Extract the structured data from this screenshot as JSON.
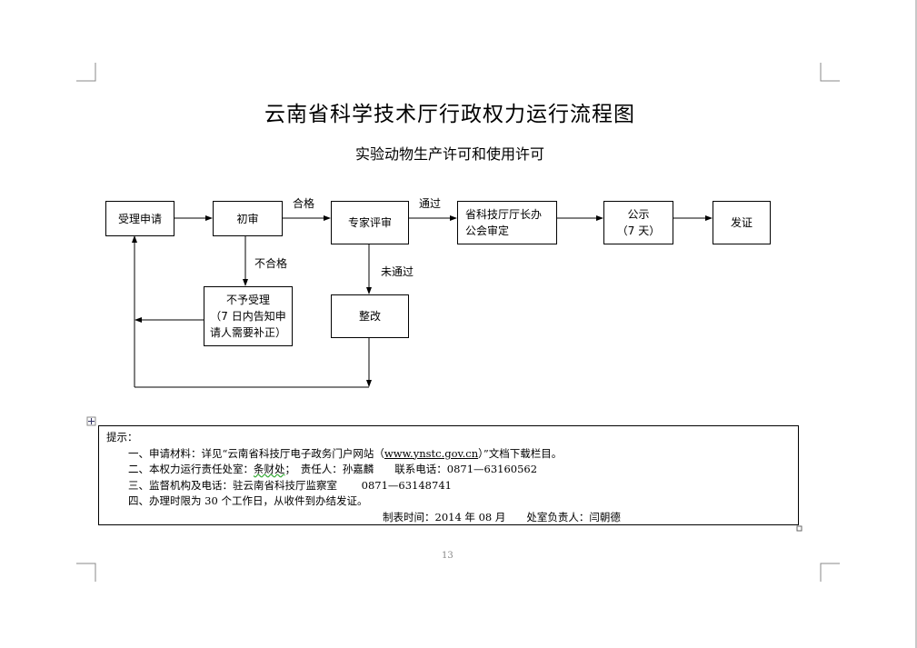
{
  "title": "云南省科学技术厅行政权力运行流程图",
  "subtitle": "实验动物生产许可和使用许可",
  "flow": {
    "accept": "受理申请",
    "initial": "初审",
    "expert": "专家评审",
    "meeting_l1": "省科技厅厅长办",
    "meeting_l2": "公会审定",
    "publicize_l1": "公示",
    "publicize_l2": "（7 天）",
    "issue": "发证",
    "reject_l1": "不予受理",
    "reject_l2": "（7 日内告知申",
    "reject_l3": "请人需要补正）",
    "rectify": "整改",
    "label_pass": "合格",
    "label_passed": "通过",
    "label_fail": "不合格",
    "label_notpassed": "未通过"
  },
  "tips": {
    "heading": "提示：",
    "line1_a": "一、申请材料：详见“云南省科技厅电子政务门户网站（",
    "line1_url": "www.ynstc.gov.cn",
    "line1_b": "）”文档下载栏目。",
    "line2_a": "二、本权力运行责任处室：",
    "line2_dept": "条财处",
    "line2_b": "；　责任人：孙嘉麟　　联系电话：0871—63160562",
    "line3": "三、监督机构及电话：驻云南省科技厅监察室　　 0871—63148741",
    "line4": "四、办理时限为 30 个工作日，从收件到办结发证。",
    "footer": "制表时间：2014 年 08 月　　处室负责人：闫朝德"
  },
  "page_number": "13"
}
